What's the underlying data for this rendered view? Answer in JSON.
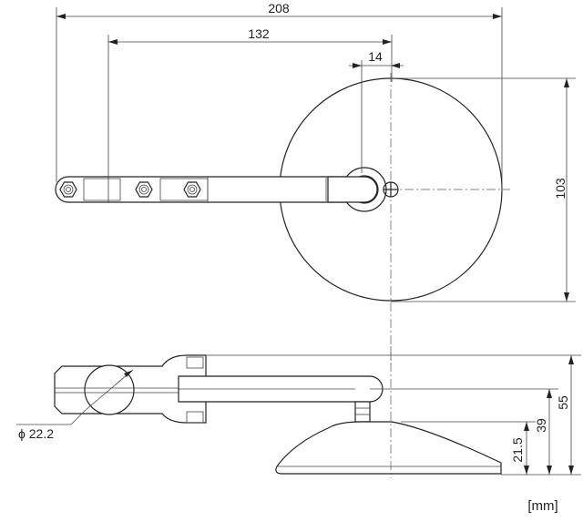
{
  "dimensions": {
    "overall_width": "208",
    "arm_length": "132",
    "offset": "14",
    "mirror_diameter": "103",
    "total_height": "55",
    "stem_height": "39",
    "mirror_thickness": "21.5",
    "clamp_diameter": "ϕ 22.2"
  },
  "units": "[mm]"
}
